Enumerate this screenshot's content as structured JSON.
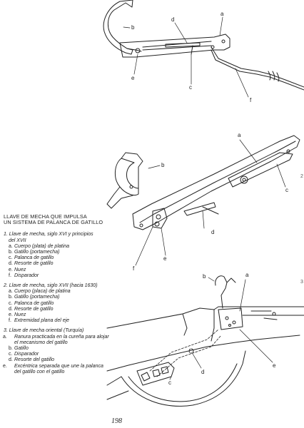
{
  "figures": [
    {
      "id": "1",
      "labels": {
        "a": "a",
        "b": "b",
        "c": "c",
        "d": "d",
        "e": "e",
        "f": "f"
      }
    },
    {
      "id": "2",
      "labels": {
        "a": "a",
        "b": "b",
        "c": "c",
        "d": "d",
        "e": "e",
        "f": "f"
      }
    },
    {
      "id": "3",
      "labels": {
        "a": "a",
        "b": "b",
        "c": "c",
        "d": "d",
        "e": "e"
      }
    }
  ],
  "caption": {
    "title_line1": "LLAVE DE MECHA QUE IMPULSA",
    "title_line2": "UN SISTEMA DE PALANCA DE GATILLO",
    "entries": [
      {
        "head_line1": "1. Llave de mecha, siglo XVI y principios",
        "head_line2": "del XVII",
        "items": [
          {
            "key": "a.",
            "text": "Cuerpo (plata) de platina"
          },
          {
            "key": "b.",
            "text": "Gatillo (portamecha)"
          },
          {
            "key": "c.",
            "text": "Palanca de gatillo"
          },
          {
            "key": "d.",
            "text": "Resorte de gatillo"
          },
          {
            "key": "e.",
            "text": "Nuez"
          },
          {
            "key": "f.",
            "text": "Disparador"
          }
        ]
      },
      {
        "head_line1": "2. Llave de mecha, siglo XVII (hacia 1630)",
        "items": [
          {
            "key": "a.",
            "text": "Cuerpo (placa) de platina"
          },
          {
            "key": "b.",
            "text": "Gatillo (portamecha)"
          },
          {
            "key": "c.",
            "text": "Palanca de gatillo"
          },
          {
            "key": "d.",
            "text": "Resorte de gatillo"
          },
          {
            "key": "e.",
            "text": "Nuez"
          },
          {
            "key": "f.",
            "text": "Extremidad plana del eje"
          }
        ]
      },
      {
        "head_line1": "3. Llave de mecha oriental (Turquía)",
        "items": [
          {
            "key": "a.",
            "text": "Ranura practicada en la cureña para alojar el mecanismo del gatillo"
          },
          {
            "key": "b.",
            "text": "Gatillo"
          },
          {
            "key": "c.",
            "text": "Disparador"
          },
          {
            "key": "d.",
            "text": "Resorte del gatillo"
          },
          {
            "key": "e.",
            "text": "Excéntrica separada que une la palanca del gatillo con el gatillo"
          }
        ]
      }
    ]
  },
  "page_number": "198",
  "edge_marks": [
    "2",
    "3"
  ]
}
